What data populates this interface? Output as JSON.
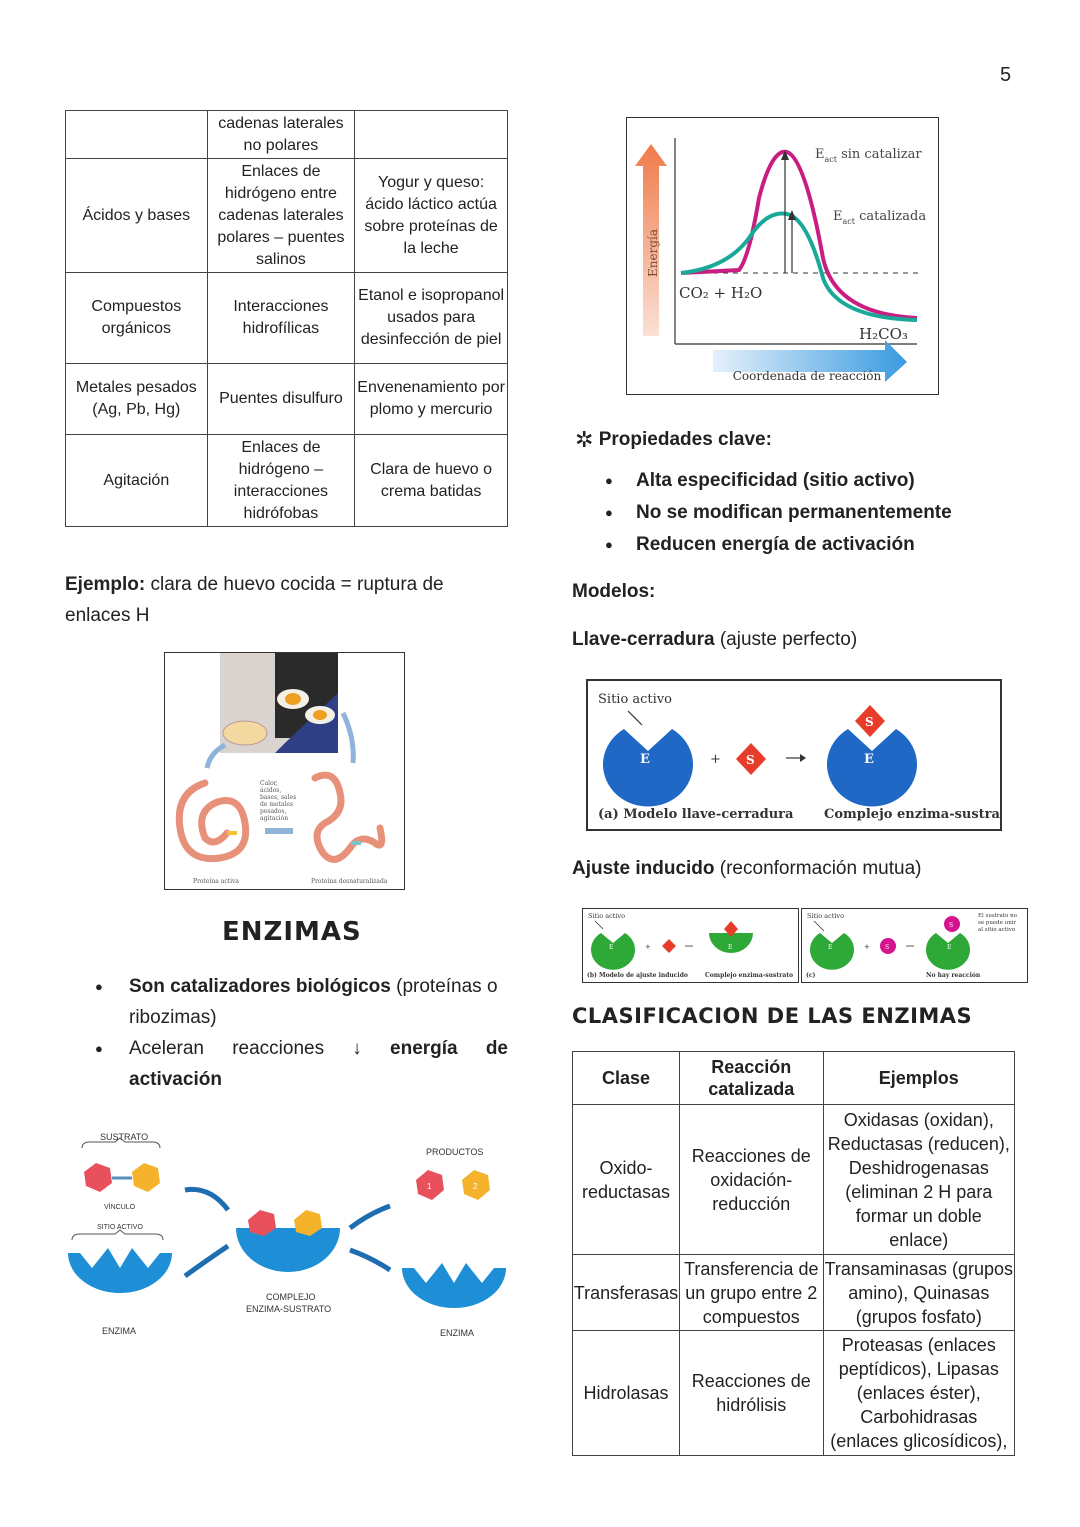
{
  "page_number": "5",
  "left_table": {
    "rows": [
      [
        "",
        "cadenas laterales no polares",
        ""
      ],
      [
        "Ácidos y bases",
        "Enlaces de hidrógeno entre cadenas laterales polares – puentes salinos",
        "Yogur y queso: ácido láctico actúa sobre proteínas de la leche"
      ],
      [
        "Compuestos orgánicos",
        "Interacciones hidrofílicas",
        "Etanol e isopropanol usados para desinfección de piel"
      ],
      [
        "Metales pesados (Ag, Pb, Hg)",
        "Puentes disulfuro",
        "Envenenamiento por plomo y mercurio"
      ],
      [
        "Agitación",
        "Enlaces de hidrógeno – interacciones hidrófobas",
        "Clara de huevo o crema batidas"
      ]
    ]
  },
  "ejemplo": {
    "label": "Ejemplo:",
    "text": " clara de huevo cocida = ruptura de enlaces H"
  },
  "denat_figure": {
    "center_label": "Calor, ácidos, bases, sales de metales pesados, agitación",
    "left_caption": "Proteína activa",
    "right_caption": "Proteína desnaturalizada"
  },
  "enzimas": {
    "title": "ENZIMAS",
    "bullet1_bold": "Son catalizadores biológicos",
    "bullet1_rest": " (proteínas o ribozimas)",
    "bullet2_start": "Aceleran reacciones ↓ ",
    "bullet2_bold": "energía de activación"
  },
  "es_figure": {
    "sustrato": "SUSTRATO",
    "vinculo": "VÍNCULO",
    "sitio_activo": "SITIO ACTIVO",
    "enzima_left": "ENZIMA",
    "complejo": "COMPLEJO ENZIMA-SUSTRATO",
    "productos": "PRODUCTOS",
    "enzima_right": "ENZIMA",
    "p1": "1",
    "p2": "2"
  },
  "energy_chart": {
    "y_label": "Energía",
    "x_label": "Coordenada de reacción",
    "uncat_label": "E",
    "uncat_sub": "act",
    "uncat_rest": " sin catalizar",
    "cat_label": "E",
    "cat_sub": "act",
    "cat_rest": " catalizada",
    "reactants": "CO₂ + H₂O",
    "product": "H₂CO₃",
    "colors": {
      "uncatalyzed": "#c81e82",
      "catalyzed": "#1aa898",
      "arrow": "#f08a5a"
    }
  },
  "propiedades": {
    "title": "Propiedades clave:",
    "items": [
      "Alta especificidad (sitio activo)",
      "No se modifican permanentemente",
      "Reducen energía de activación"
    ]
  },
  "modelos": "Modelos:",
  "llave": {
    "bold": "Llave-cerradura",
    "rest": " (ajuste perfecto)"
  },
  "lock_figure": {
    "sitio": "Sitio activo",
    "e": "E",
    "s": "S",
    "plus": "+",
    "caption_left": "(a) Modelo llave-cerradura",
    "caption_right": "Complejo enzima-sustrato"
  },
  "ajuste": {
    "bold": "Ajuste inducido",
    "rest": " (reconformación mutua)"
  },
  "induced_figure": {
    "sitio": "Sitio activo",
    "caption_b_left": "(b) Modelo de ajuste inducido",
    "caption_b_right": "Complejo enzima-sustrato",
    "sitio2": "Sitio activo",
    "note": "El sustrato no se puede unir al sitio activo",
    "caption_c_left": "(c)",
    "caption_c_right": "No hay reacción",
    "e": "E",
    "s": "S",
    "plus": "+"
  },
  "clasif": {
    "title": "CLASIFICACION DE LAS ENZIMAS",
    "headers": [
      "Clase",
      "Reacción catalizada",
      "Ejemplos"
    ],
    "rows": [
      [
        "Oxido-reductasas",
        "Reacciones de oxidación-reducción",
        "Oxidasas (oxidan), Reductasas (reducen), Deshidrogenasas (eliminan 2 H para formar un doble enlace)"
      ],
      [
        "Transferasas",
        "Transferencia de un grupo entre 2 compuestos",
        "Transaminasas (grupos amino), Quinasas (grupos fosfato)"
      ],
      [
        "Hidrolasas",
        "Reacciones de hidrólisis",
        "Proteasas (enlaces peptídicos), Lipasas (enlaces éster), Carbohidrasas (enlaces glicosídicos),"
      ]
    ]
  }
}
